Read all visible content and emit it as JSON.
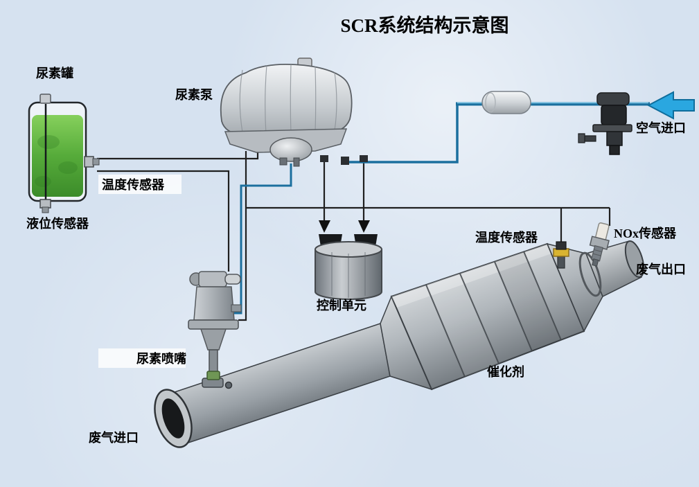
{
  "title": "SCR系统结构示意图",
  "components": {
    "urea_tank": {
      "label": "尿素罐"
    },
    "urea_pump": {
      "label": "尿素泵"
    },
    "air_inlet": {
      "label": "空气进口"
    },
    "tank_temp_sensor": {
      "label": "温度传感器"
    },
    "level_sensor": {
      "label": "液位传感器"
    },
    "control_unit": {
      "label": "控制单元"
    },
    "urea_injector": {
      "label": "尿素喷嘴"
    },
    "catalyst": {
      "label": "催化剂"
    },
    "exhaust_inlet": {
      "label": "废气进口"
    },
    "exhaust_outlet": {
      "label": "废气出口"
    },
    "nox_sensor": {
      "label": "NOx传感器"
    },
    "catalyst_temp_sensor": {
      "label": "温度传感器"
    }
  },
  "colors": {
    "background": "#d6e2f0",
    "air_arrow_blue": "#2aa7e0",
    "pipe_blue": "#1b6f9e",
    "line_black": "#1f1f1f",
    "urea_green": "#5cb23c",
    "metal_gray": "#aeb4b9"
  }
}
